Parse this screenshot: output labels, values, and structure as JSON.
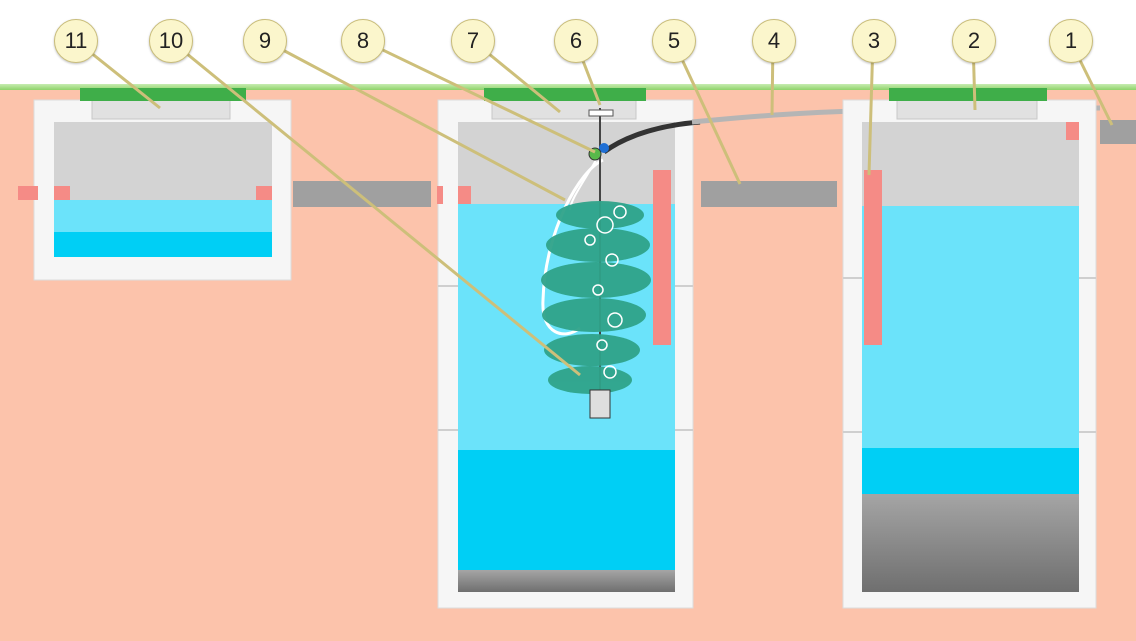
{
  "colors": {
    "ground": "#fcc3ab",
    "grass": "#8fd36a",
    "concrete": "#f6f6f6",
    "air_space": "#d3d3d3",
    "water_light": "#6be3fa",
    "water_dark": "#00cff5",
    "sludge": "#8a8a8a",
    "pipe": "#a0a0a0",
    "lid": "#3fae49",
    "baffle": "#f58b86",
    "callout_fill": "#fbf6cc"
  },
  "icons": {
    "aeration_bubbles": "bubble-icon",
    "aerator_plant": "fern-icon",
    "compressor_head": "aerator-head-icon"
  },
  "callouts": [
    {
      "label": "11"
    },
    {
      "label": "10"
    },
    {
      "label": "9"
    },
    {
      "label": "8"
    },
    {
      "label": "7"
    },
    {
      "label": "6"
    },
    {
      "label": "5"
    },
    {
      "label": "4"
    },
    {
      "label": "3"
    },
    {
      "label": "2"
    },
    {
      "label": "1"
    }
  ]
}
